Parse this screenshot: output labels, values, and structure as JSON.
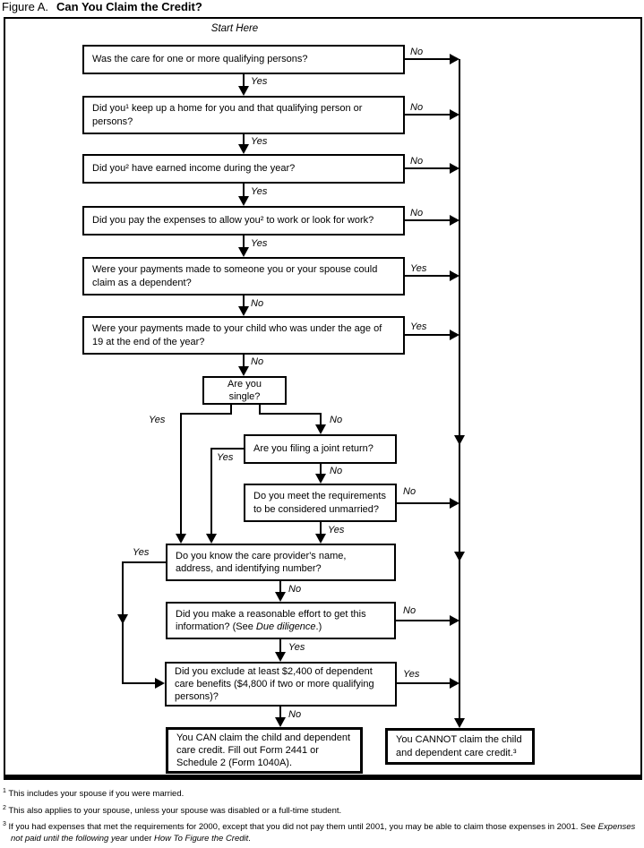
{
  "title": {
    "prefix": "Figure A.",
    "main": "Can You Claim the Credit?"
  },
  "flowchart": {
    "start_label": "Start Here",
    "labels": {
      "yes": "Yes",
      "no": "No"
    },
    "boxes": {
      "q1": "Was the care for one or more qualifying persons?",
      "q2": "Did you¹ keep up a home for you and that qualifying person or persons?",
      "q3": "Did you² have earned income during the year?",
      "q4": "Did you pay the expenses to allow you² to work or look for work?",
      "q5": "Were your payments made to someone you or your spouse could claim as a dependent?",
      "q6": "Were your payments made to your child who was under the age of 19 at the end of the year?",
      "q7": "Are you single?",
      "q8": "Are you filing a joint return?",
      "q9": "Do you meet the requirements to be considered unmarried?",
      "q10": "Do you know the care provider's name, address, and identifying number?",
      "q11_pre": "Did you make a reasonable effort to get this information? (See ",
      "q11_italic": "Due diligence",
      "q11_post": ".)",
      "q12": "Did you exclude at least $2,400 of dependent care benefits ($4,800 if two or more qualifying persons)?",
      "result_can": "You CAN claim the child and dependent care credit. Fill out Form 2441 or Schedule 2 (Form 1040A).",
      "result_cannot": "You CANNOT claim the child and dependent care credit.³"
    }
  },
  "footnotes": [
    {
      "marker": "1",
      "text": "This includes your spouse if you were married."
    },
    {
      "marker": "2",
      "text": "This also applies to your spouse, unless your spouse was disabled or a full-time student."
    },
    {
      "marker": "3",
      "pre": "If you had expenses that met the requirements for 2000, except that you did not pay them until 2001, you may be able to claim those expenses in 2001. See ",
      "italic1": "Expenses not paid until the following year",
      "mid": " under ",
      "italic2": "How To Figure the Credit",
      "post": "."
    }
  ]
}
